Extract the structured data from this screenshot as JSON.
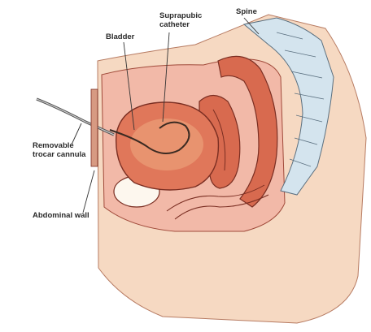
{
  "labels": {
    "bladder": "Bladder",
    "catheter_line1": "Suprapubic",
    "catheter_line2": "catheter",
    "spine": "Spine",
    "trocar_line1": "Removable",
    "trocar_line2": "trocar cannula",
    "abdominal_wall": "Abdominal wall"
  },
  "colors": {
    "skin": "#f6d9c2",
    "tissue_pink": "#f2b9a8",
    "bladder_red": "#e0775a",
    "organ_red": "#d86a4f",
    "outline": "#7a2e22",
    "spine_blue": "#d4e4ee"
  }
}
